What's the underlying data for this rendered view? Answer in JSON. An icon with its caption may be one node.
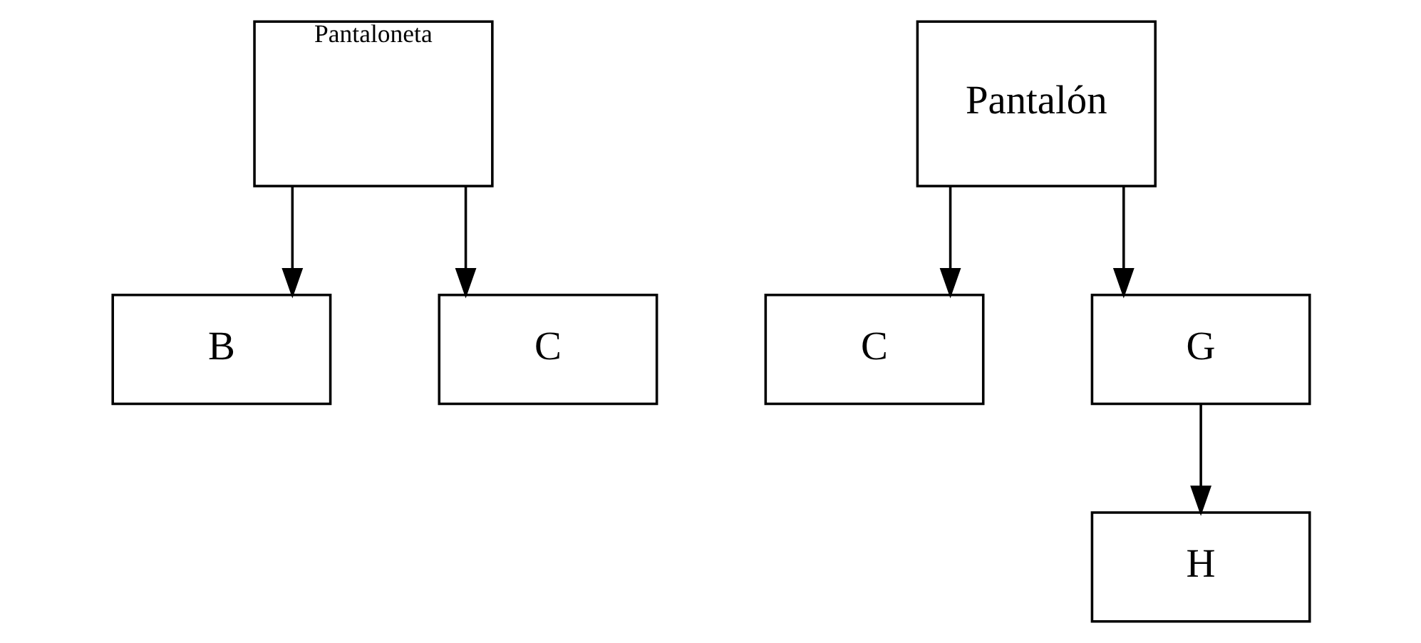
{
  "diagram": {
    "nodes": [
      {
        "text": [
          "Pantaloneta"
        ]
      },
      {
        "text": [
          "B"
        ]
      },
      {
        "text": [
          "C"
        ]
      },
      {
        "text": [
          "Pantalón"
        ]
      },
      {
        "text": [
          "C"
        ]
      },
      {
        "text": [
          "G"
        ]
      },
      {
        "text": [
          "H"
        ]
      }
    ],
    "edges": [
      {
        "from": 0,
        "to": 1,
        "arrow": "to"
      },
      {
        "from": 0,
        "to": 2,
        "arrow": "to"
      },
      {
        "from": 3,
        "to": 4,
        "arrow": "to"
      },
      {
        "from": 3,
        "to": 5,
        "arrow": "to"
      },
      {
        "from": 5,
        "to": 6,
        "arrow": "to"
      }
    ]
  }
}
